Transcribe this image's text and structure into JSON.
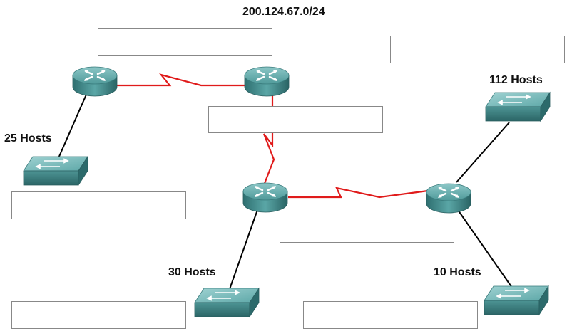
{
  "diagram": {
    "network": "200.124.67.0/24",
    "hosts": {
      "lan_a": "25 Hosts",
      "lan_b": "112 Hosts",
      "lan_c": "30 Hosts",
      "lan_d": "10 Hosts"
    },
    "answer_boxes": [
      "",
      "",
      "",
      "",
      "",
      "",
      ""
    ],
    "colors": {
      "serial_link": "#e01b1b",
      "ethernet_link": "#000000",
      "device_teal": "#3f8c8c"
    }
  }
}
